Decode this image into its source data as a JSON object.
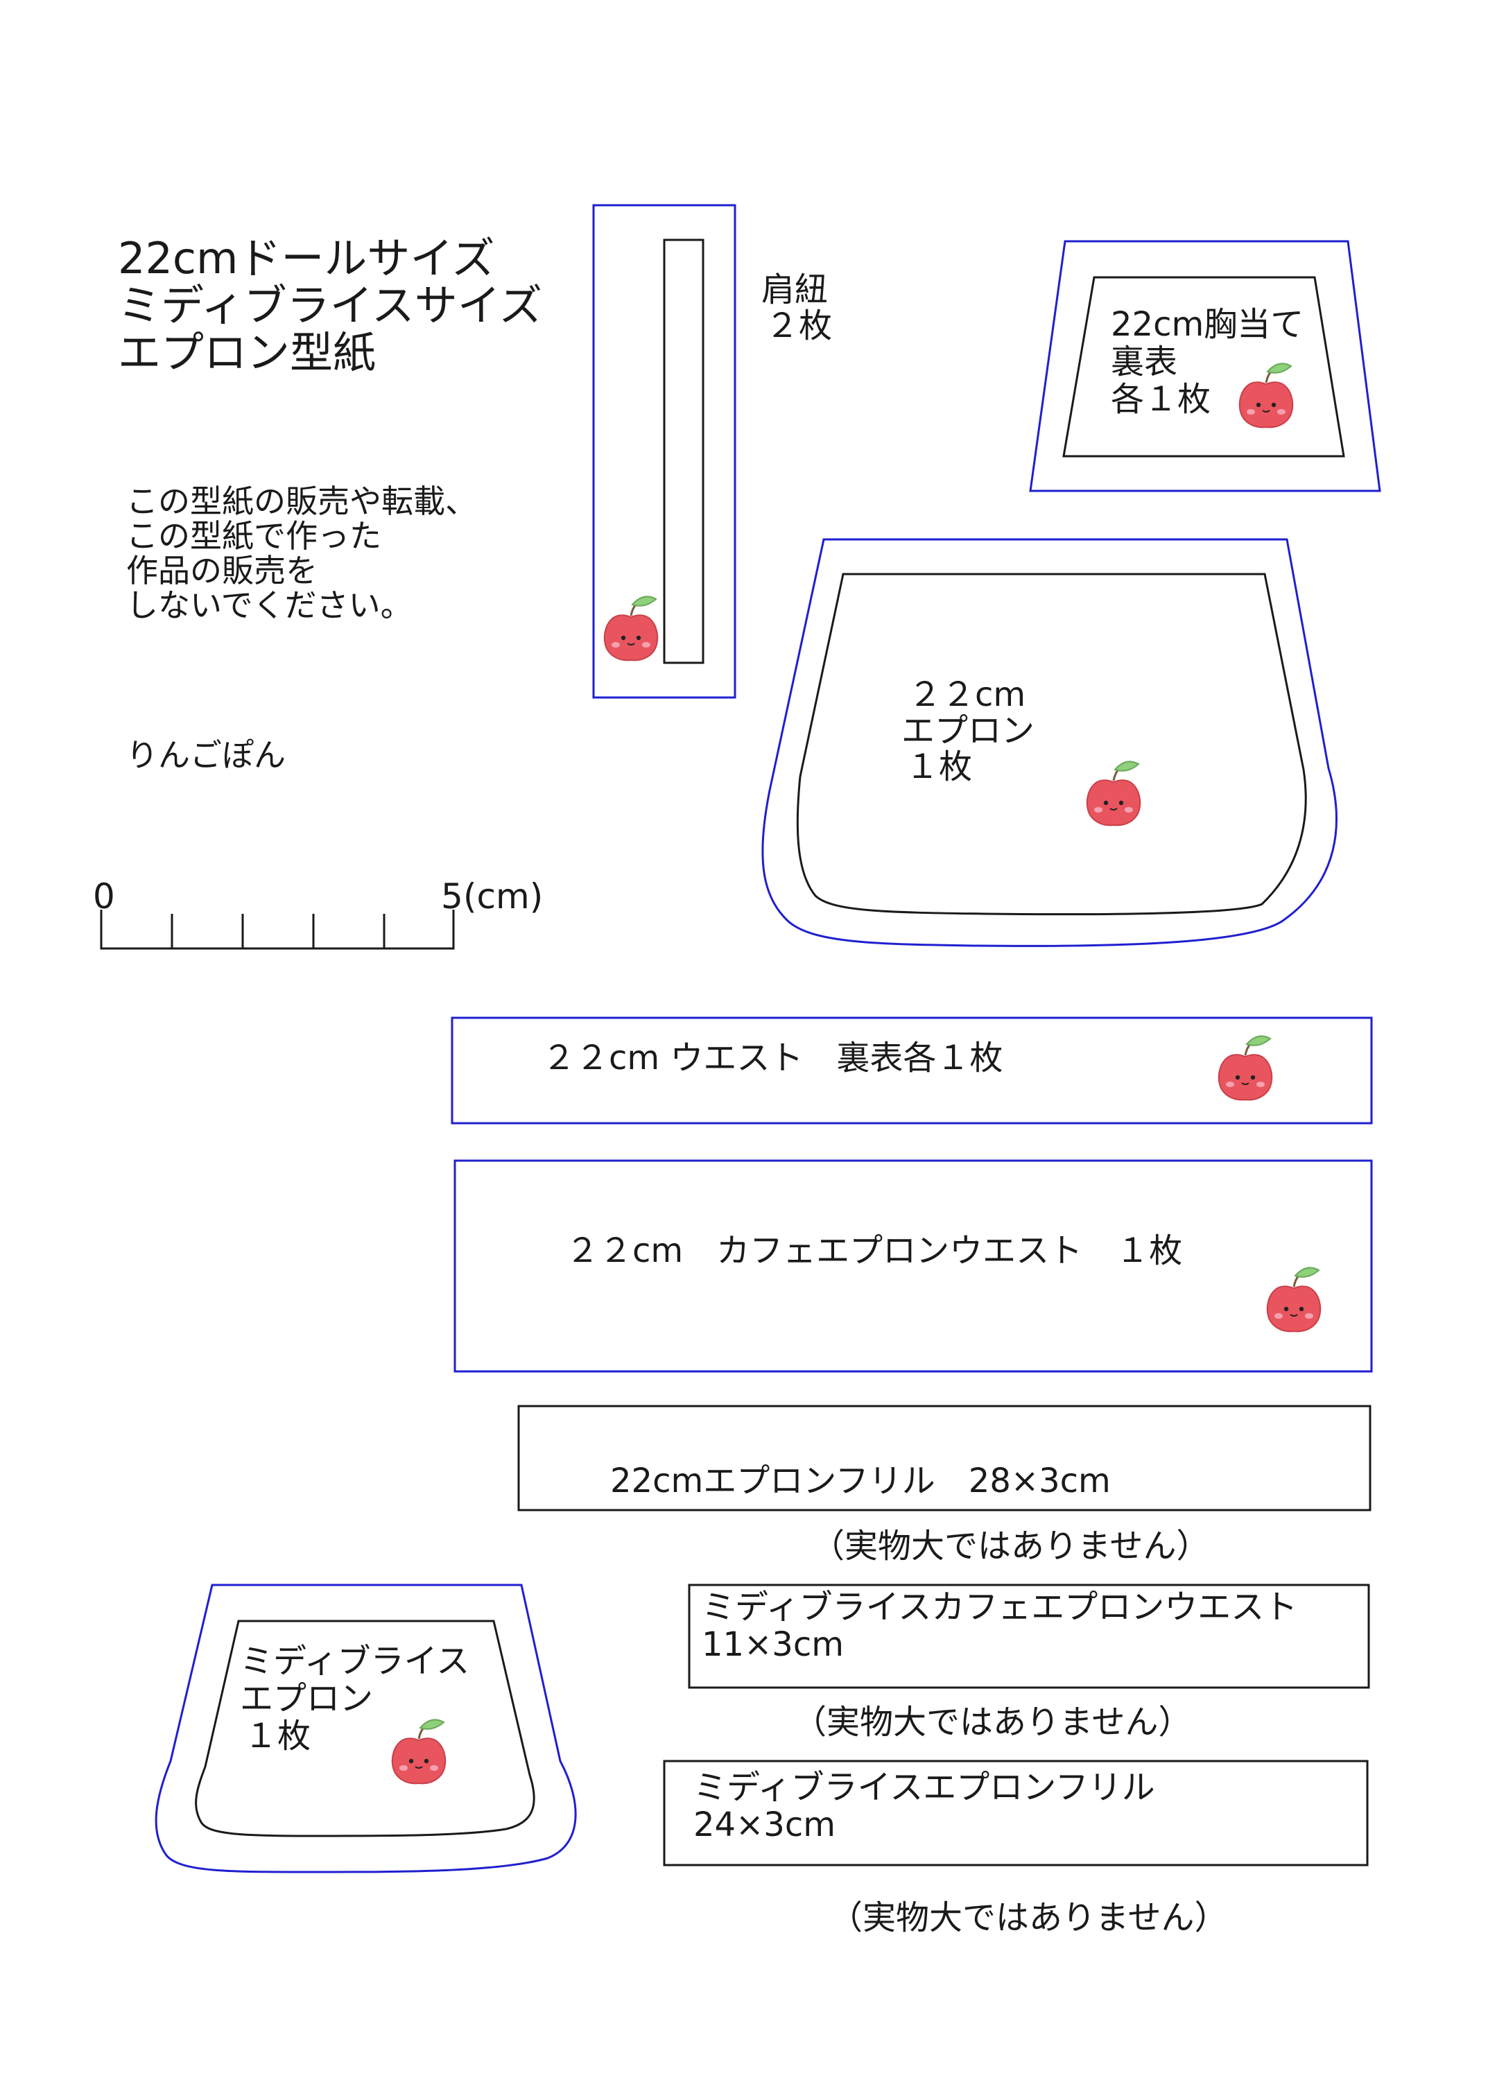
{
  "title": {
    "line1": "22cmドールサイズ",
    "line2": "ミディブライスサイズ",
    "line3": "エプロン型紙"
  },
  "notice": {
    "line1": "この型紙の販売や転載、",
    "line2": "この型紙で作った",
    "line3": "作品の販売を",
    "line4": "しないでください。"
  },
  "author": "りんごぽん",
  "scale": {
    "start": "0",
    "end": "5",
    "unit": "(cm)"
  },
  "pieces": {
    "shoulder_strap": {
      "line1": "肩紐",
      "line2": "２枚"
    },
    "bib": {
      "line1": "22cm胸当て",
      "line2": "裏表",
      "line3": "各１枚"
    },
    "apron22": {
      "line1": "２２cm",
      "line2": "エプロン",
      "line3": "１枚"
    },
    "waist22": {
      "label": "２２cm ウエスト　裏表各１枚"
    },
    "cafe_waist22": {
      "label": "２２cm　カフェエプロンウエスト　１枚"
    },
    "frill22": {
      "label": "22cmエプロンフリル　28×3cm",
      "note": "（実物大ではありません）"
    },
    "midi_cafe_waist": {
      "line1": "ミディブライスカフェエプロンウエスト",
      "line2": "11×3cm",
      "note": "（実物大ではありません）"
    },
    "midi_apron": {
      "line1": "ミディブライス",
      "line2": "エプロン",
      "line3": "１枚"
    },
    "midi_frill": {
      "line1": "ミディブライスエプロンフリル",
      "line2": "24×3cm",
      "note": "（実物大ではありません）"
    }
  },
  "colors": {
    "seam_line": "#1f1fd0",
    "cut_line": "#1a1a1a",
    "apple": "#e8555f",
    "leaf": "#8fd17a"
  },
  "icons": [
    "apple-mascot-icon"
  ]
}
